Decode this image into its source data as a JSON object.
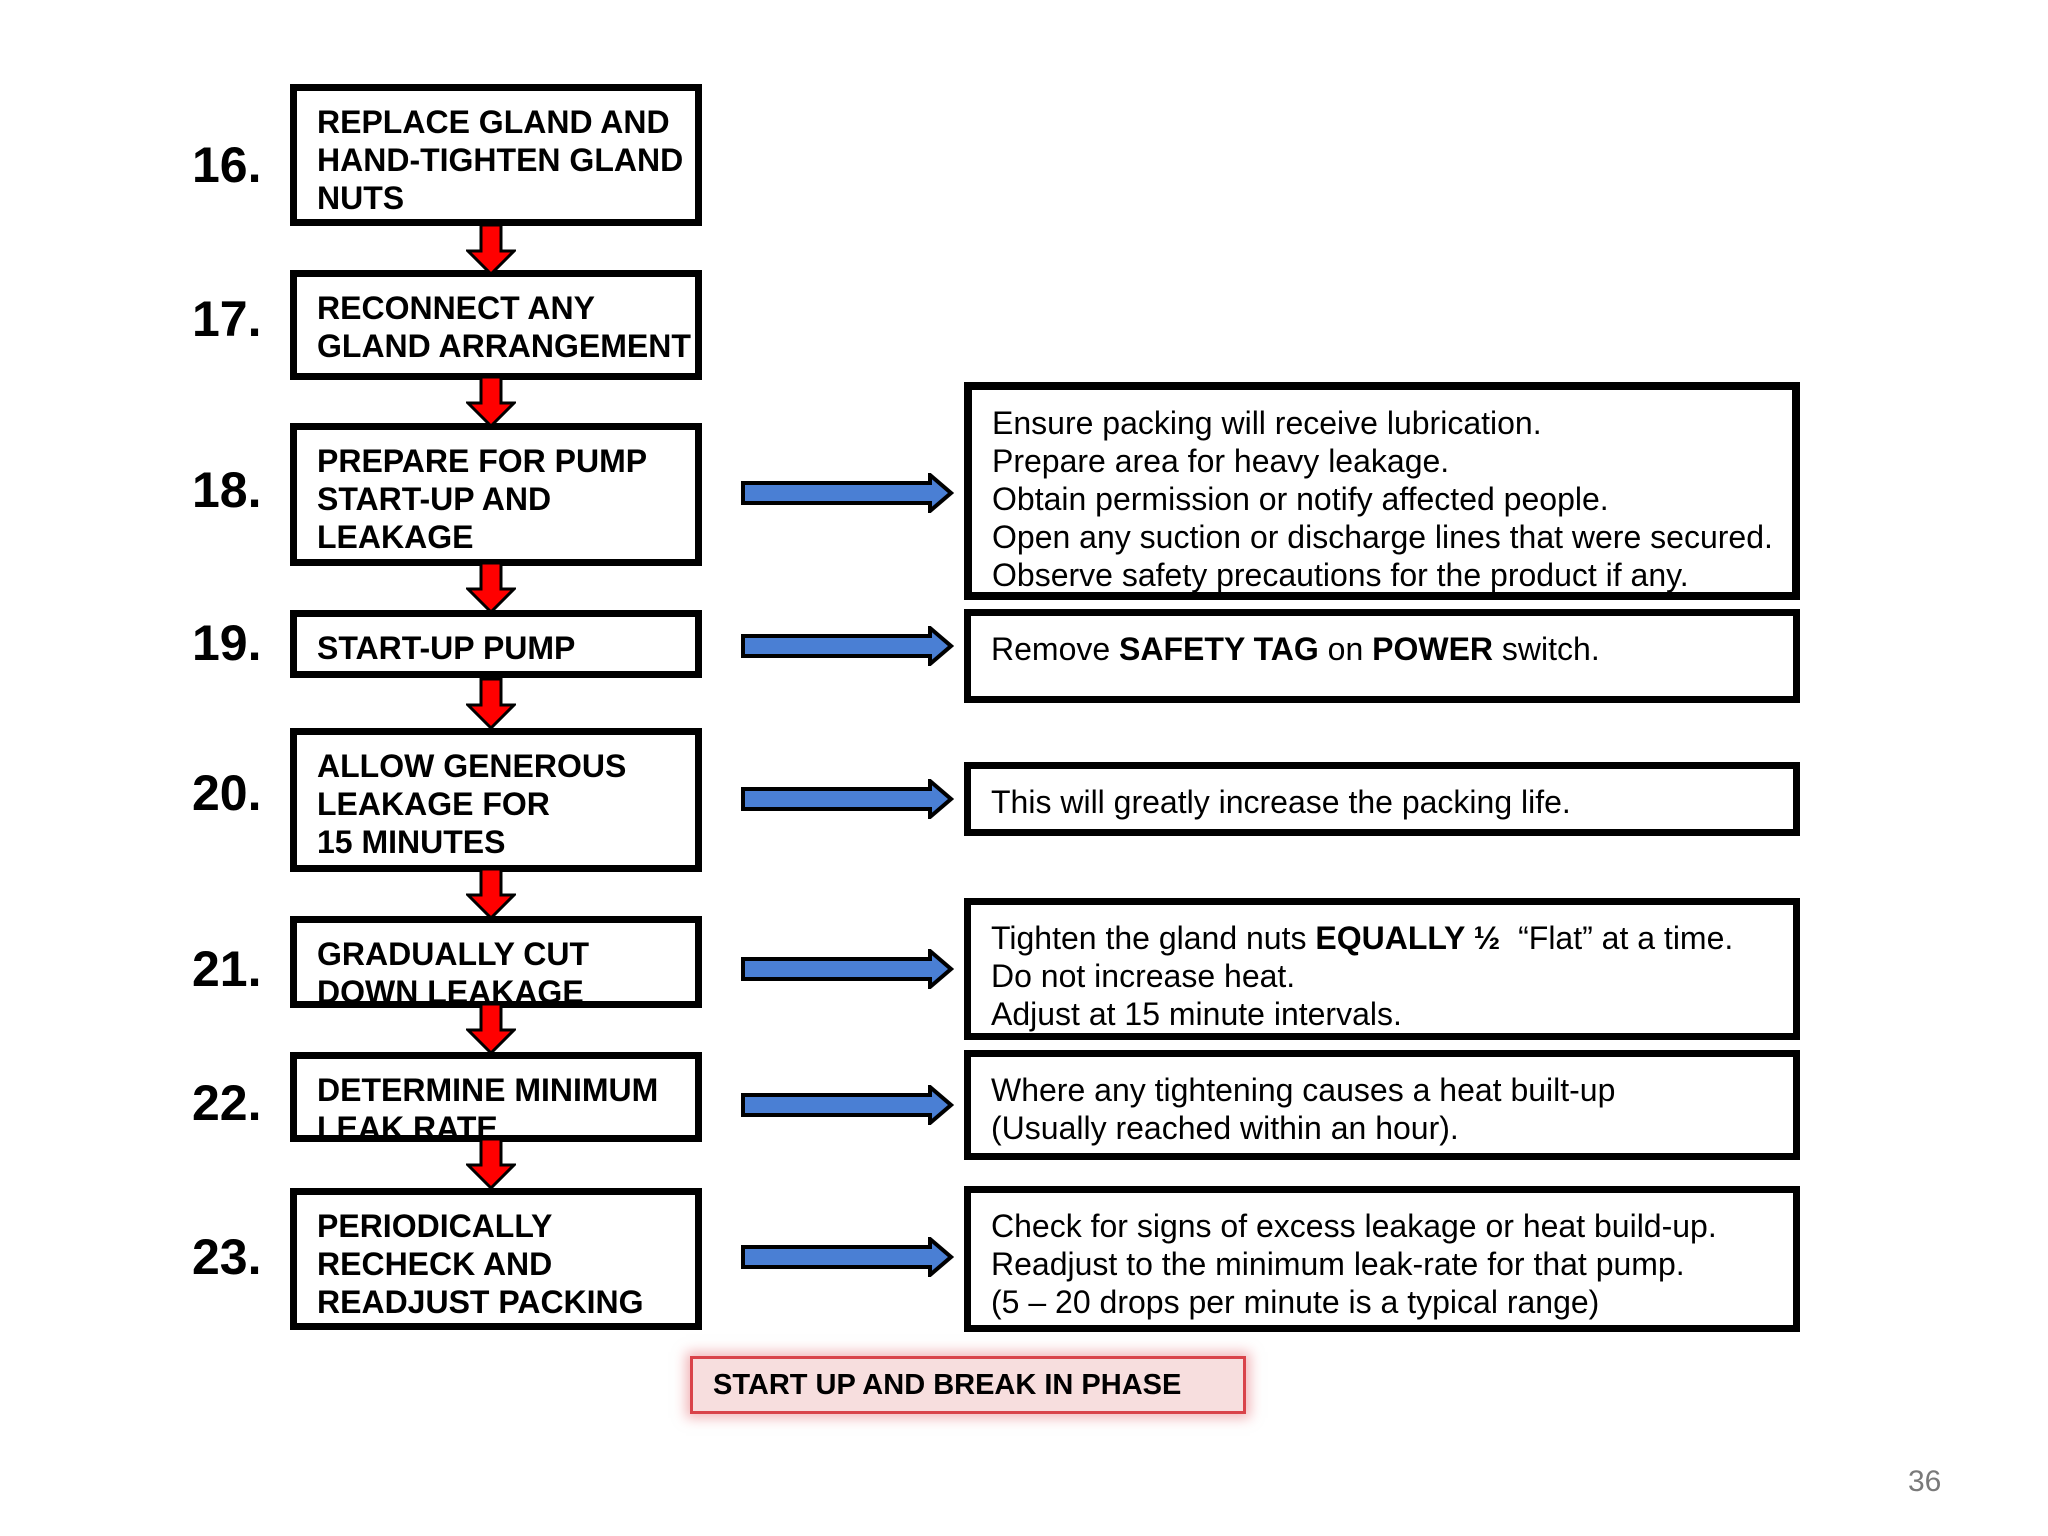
{
  "steps": [
    {
      "number": "16.",
      "lines": [
        "REPLACE GLAND AND",
        "HAND-TIGHTEN GLAND",
        "NUTS"
      ]
    },
    {
      "number": "17.",
      "lines": [
        "RECONNECT ANY",
        "GLAND ARRANGEMENT"
      ]
    },
    {
      "number": "18.",
      "lines": [
        "PREPARE FOR PUMP",
        "START-UP AND",
        "LEAKAGE"
      ]
    },
    {
      "number": "19.",
      "lines": [
        "START-UP PUMP"
      ]
    },
    {
      "number": "20.",
      "lines": [
        "ALLOW GENEROUS",
        "LEAKAGE FOR",
        "15 MINUTES"
      ]
    },
    {
      "number": "21.",
      "lines": [
        "GRADUALLY CUT",
        "DOWN LEAKAGE"
      ]
    },
    {
      "number": "22.",
      "lines": [
        "DETERMINE MINIMUM",
        "LEAK RATE"
      ]
    },
    {
      "number": "23.",
      "lines": [
        "PERIODICALLY",
        "RECHECK AND",
        "READJUST PACKING"
      ]
    }
  ],
  "notes": {
    "step18": [
      "Ensure packing will receive lubrication.",
      "Prepare area for heavy leakage.",
      "Obtain permission or notify affected people.",
      "Open any suction or discharge lines that were secured.",
      "Observe safety precautions for the product if any."
    ],
    "step19": {
      "t1": "Remove ",
      "b1": "SAFETY TAG",
      "t2": " on ",
      "b2": "POWER",
      "t3": " switch."
    },
    "step20": [
      "This will greatly increase the packing life."
    ],
    "step21": {
      "line1_pre": "Tighten the gland nuts ",
      "line1_bold": "EQUALLY ½",
      "line1_post": "  “Flat” at a time.",
      "line2": "Do not increase heat.",
      "line3": "Adjust at 15 minute intervals."
    },
    "step22": [
      "Where any tightening causes a heat built-up",
      "(Usually reached within an hour)."
    ],
    "step23": [
      "Check for signs of excess leakage or heat build-up.",
      "Readjust to the minimum leak-rate for that pump.",
      "(5 – 20 drops per minute is a typical range)"
    ]
  },
  "phase_label": "START UP AND BREAK IN  PHASE",
  "page_number": "36",
  "colors": {
    "down_arrow": "#ff0000",
    "right_arrow": "#4a7fd4",
    "phase_border": "#d9434a",
    "phase_fill": "#f7dede"
  }
}
